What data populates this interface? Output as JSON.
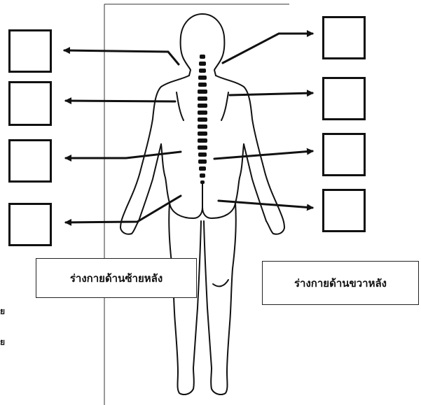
{
  "labels": {
    "left_back": "ร่างกายด้านซ้ายหลัง",
    "right_back": "ร่างกายด้านขวาหลัง"
  },
  "cut_off_text": [
    "ย",
    "ย"
  ],
  "icons": [
    "body-outline-back-icon",
    "spine-icon",
    "arrow-icon"
  ],
  "colors": {
    "line": "#111111",
    "background": "#ffffff"
  }
}
